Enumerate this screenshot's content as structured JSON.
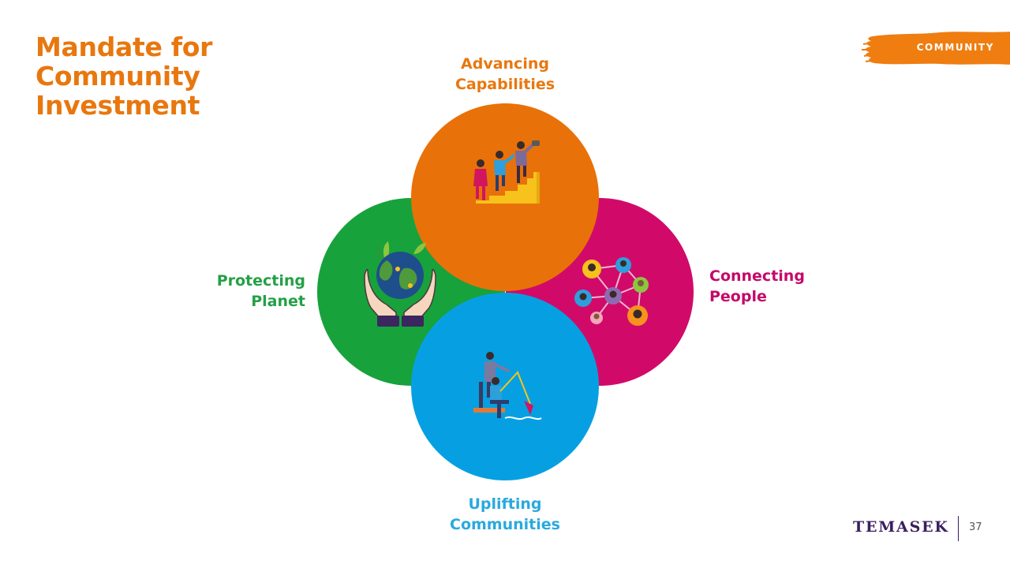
{
  "slide": {
    "title_lines": [
      "Mandate for",
      "Community",
      "Investment"
    ],
    "section_tag": "COMMUNITY",
    "section_tag_color": "#EF7D10",
    "title_color": "#E8770E"
  },
  "pillars": {
    "top": {
      "label_lines": [
        "Advancing",
        "Capabilities"
      ],
      "color": "#E97109",
      "label_color": "#E8770E",
      "icon": "people-climbing-stairs-icon"
    },
    "right": {
      "label_lines": [
        "Connecting",
        "People"
      ],
      "color": "#D10A6A",
      "label_color": "#C4096A",
      "icon": "people-network-icon"
    },
    "bottom": {
      "label_lines": [
        "Uplifting",
        "Communities"
      ],
      "color": "#06A0E2",
      "label_color": "#29A9DE",
      "icon": "teaching-fishing-icon"
    },
    "left": {
      "label_lines": [
        "Protecting",
        "Planet"
      ],
      "color": "#17A23C",
      "label_color": "#24A046",
      "icon": "hands-holding-globe-icon"
    }
  },
  "footer": {
    "logo": "TEMASEK",
    "page_number": "37"
  }
}
